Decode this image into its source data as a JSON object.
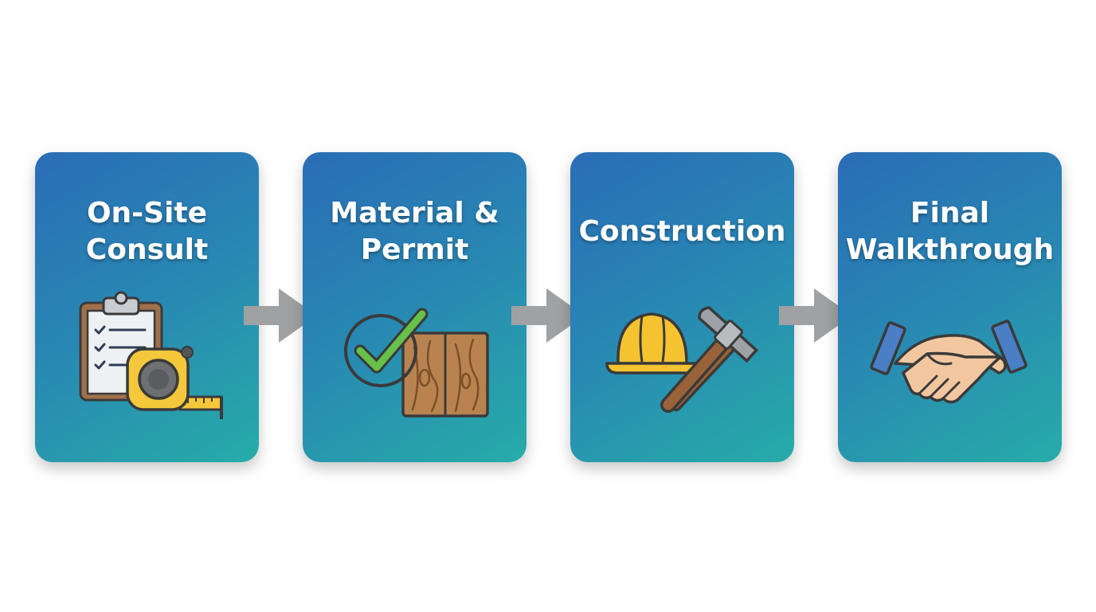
{
  "steps": [
    {
      "line1": "On-Site",
      "line2": "Consult",
      "icon": "clipboard-tape-measure-icon"
    },
    {
      "line1": "Material &",
      "line2": "Permit",
      "icon": "checkmark-wood-icon"
    },
    {
      "line1": "Construction",
      "icon": "hardhat-hammer-icon"
    },
    {
      "line1": "Final",
      "line2": "Walkthrough",
      "icon": "handshake-icon"
    }
  ],
  "colors": {
    "card_top": "#2a6db6",
    "card_bottom": "#27aca8",
    "arrow": "#9fa1a3",
    "title_text": "#ffffff"
  }
}
